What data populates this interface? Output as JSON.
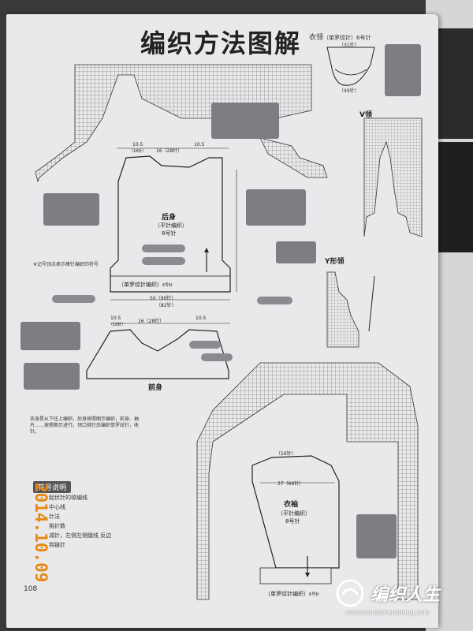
{
  "title": "编织方法图解",
  "sections": {
    "collar": {
      "label": "衣领",
      "sub": "（单罗纹针）6号针",
      "w1": "（31针）",
      "w2": "（49针）"
    },
    "v_neck": {
      "label": "V领"
    },
    "y_neck": {
      "label": "Y形领"
    },
    "back": {
      "label": "后身",
      "sub1": "（平针编织）",
      "sub2": "8号针",
      "hem": "（单罗纹针编织）",
      "hem_needle": "6号针",
      "w_bottom": "50（90针）",
      "w_total": "（82针）"
    },
    "front": {
      "label": "前身"
    },
    "sleeve": {
      "label": "衣袖",
      "sub1": "（平针编织）",
      "sub2": "8号针",
      "hem": "（单罗纹针编织）",
      "hem_needle": "6号针",
      "w_top": "（16针）",
      "w_mid": "37（66针）"
    }
  },
  "dims": {
    "d105a": "10.5",
    "d18a": "（18针）",
    "d16a": "16（28针）",
    "d105b": "10.5",
    "d18b": "（18针）",
    "d105c": "10.5",
    "d16b": "16（28针）",
    "d105d": "10.5"
  },
  "note_left": "※记号顶点表示棒针编织的符号",
  "text_paragraph": "衣身是从下往上编织，后身按照图示编织，前身、袖片……按照图示进行。领口挑针后编织单罗纹针，收针。",
  "legend": {
    "header": "符号说明",
    "rows": [
      "起伏针的收编线",
      "中心线",
      "针法",
      "挑针数",
      "减针，左侧左侧缝线 反边",
      "钩链针"
    ]
  },
  "stamp": [
    "2014.10.09"
  ],
  "page_number": "108",
  "watermark": {
    "text": "编织人生",
    "url": "www.bianzhirensheng.com"
  },
  "colors": {
    "paper": "#e9e9ec",
    "grid": "#555555",
    "note_box": "#7d7d82",
    "stamp": "#e58a12"
  }
}
